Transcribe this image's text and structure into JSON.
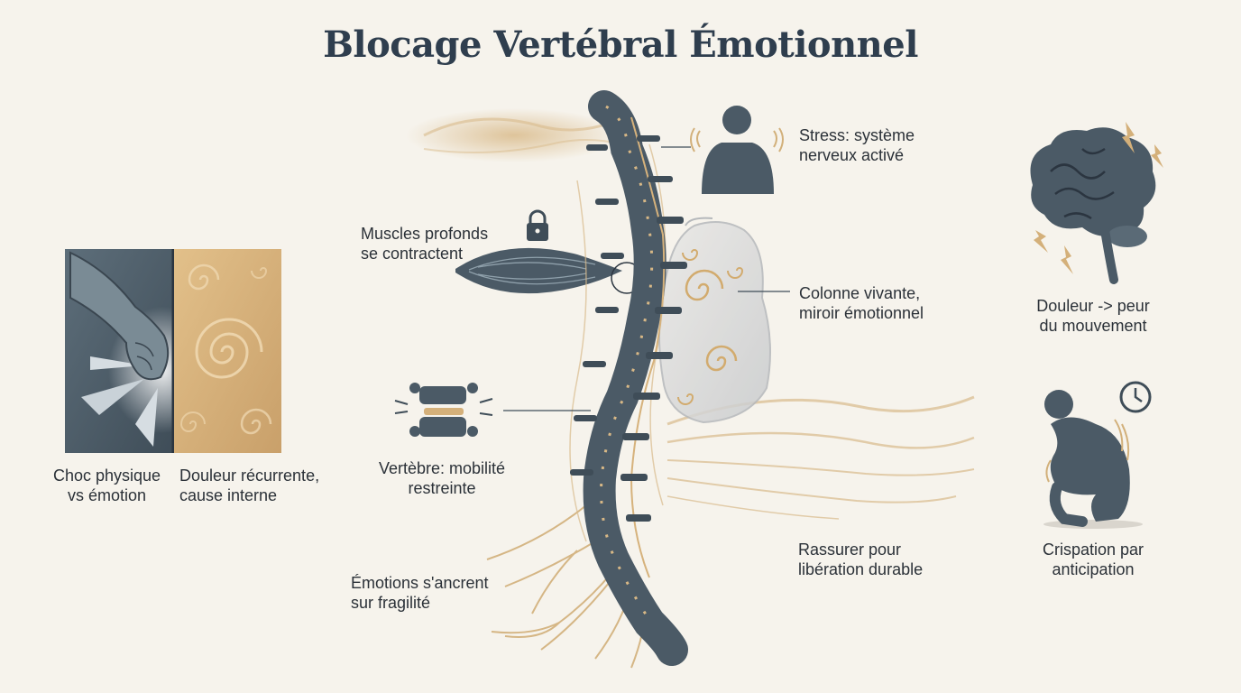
{
  "title": "Blocage Vertébral Émotionnel",
  "labels": {
    "choc": [
      "Choc physique",
      "vs émotion"
    ],
    "douleur_recurrente": [
      "Douleur récurrente,",
      "cause interne"
    ],
    "muscles": [
      "Muscles profonds",
      "se contractent"
    ],
    "vertebre": [
      "Vertèbre: mobilité",
      "restreinte"
    ],
    "emotions": [
      "Émotions s'ancrent",
      "sur fragilité"
    ],
    "stress": [
      "Stress: système",
      "nerveux activé"
    ],
    "colonne": [
      "Colonne vivante,",
      "miroir émotionnel"
    ],
    "rassurer": [
      "Rassurer pour",
      "libération durable"
    ],
    "douleur_peur": [
      "Douleur -> peur",
      "du mouvement"
    ],
    "crispation": [
      "Crispation par",
      "anticipation"
    ]
  },
  "icons": [
    "fist-impact-icon",
    "swirl-pattern-icon",
    "padlock-icon",
    "muscle-icon",
    "vertebra-icon",
    "human-bust-icon",
    "brain-icon",
    "lightning-icon",
    "crouching-figure-icon",
    "clock-icon",
    "spine-icon"
  ],
  "colors": {
    "title": "#2f3e4e",
    "slate": "#4b5a66",
    "gold": "#d4b07a",
    "background": "#f6f3ec"
  }
}
